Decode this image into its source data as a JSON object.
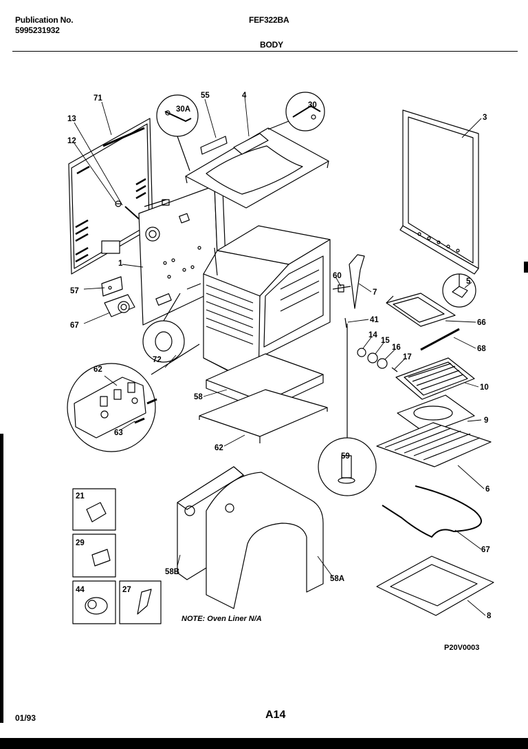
{
  "header": {
    "publication_label": "Publication No.",
    "publication_number": "5995231932",
    "model": "FEF322BA",
    "section": "BODY"
  },
  "footer": {
    "date": "01/93",
    "page": "A14",
    "drawing_id": "P20V0003"
  },
  "note": "NOTE: Oven Liner N/A",
  "callouts": {
    "c71": "71",
    "c13": "13",
    "c12": "12",
    "c1": "1",
    "c57": "57",
    "c67a": "67",
    "c30A": "30A",
    "c55": "55",
    "c4": "4",
    "c30": "30",
    "c3": "3",
    "c5": "5",
    "c72": "72",
    "c62a": "62",
    "c63": "63",
    "c58": "58",
    "c62b": "62",
    "c60": "60",
    "c7": "7",
    "c41": "41",
    "c14": "14",
    "c15": "15",
    "c16": "16",
    "c17": "17",
    "c66": "66",
    "c68": "68",
    "c10": "10",
    "c9": "9",
    "c6": "6",
    "c59": "59",
    "c67b": "67",
    "c8": "8",
    "c21": "21",
    "c29": "29",
    "c44": "44",
    "c27": "27",
    "c58B": "58B",
    "c58A": "58A"
  }
}
